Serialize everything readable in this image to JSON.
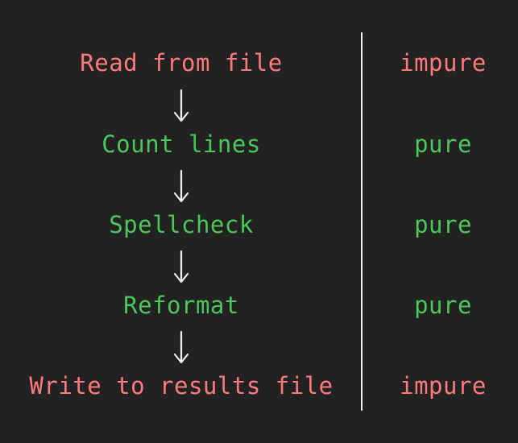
{
  "colors": {
    "background": "#222222",
    "impure": "#ff7b7b",
    "pure": "#4cc75a",
    "arrow": "#f2f2f2",
    "divider": "#f2f2f2"
  },
  "pipeline": {
    "steps": [
      {
        "text": "Read from file",
        "kind": "impure",
        "label": "impure"
      },
      {
        "text": "Count lines",
        "kind": "pure",
        "label": "pure"
      },
      {
        "text": "Spellcheck",
        "kind": "pure",
        "label": "pure"
      },
      {
        "text": "Reformat",
        "kind": "pure",
        "label": "pure"
      },
      {
        "text": "Write to results file",
        "kind": "impure",
        "label": "impure"
      }
    ]
  }
}
